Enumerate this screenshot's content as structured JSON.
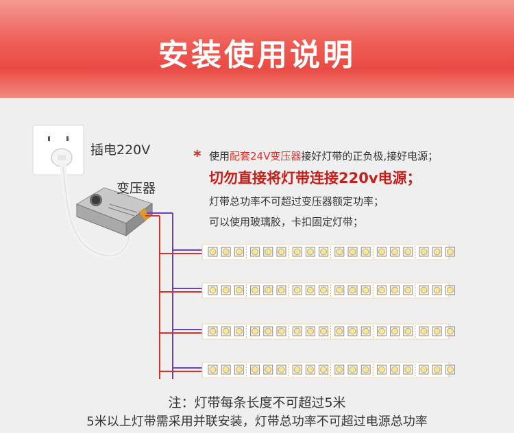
{
  "header": {
    "title": "安装使用说明"
  },
  "labels": {
    "plug": "插电220V",
    "transformer": "变压器"
  },
  "instructions": {
    "star": "*",
    "line1_prefix": "使用",
    "line1_red": "配套24V变压器",
    "line1_suffix": "接好灯带的正负极,接好电源；",
    "line2": "切勿直接将灯带连接220v电源；",
    "line3": "灯带总功率不可超过变压器额定功率；",
    "line4": "可以使用玻璃胶，卡扣固定灯带；"
  },
  "notes": {
    "note1": "注：灯带每条长度不可超过5米",
    "note2": "5米以上灯带需采用并联安装，灯带总功率不可超过电源总功率"
  },
  "colors": {
    "header": "#ea4a44",
    "positive_wire": "#d9302a",
    "negative_wire": "#6a3fb8",
    "warning_text": "#c4201c"
  },
  "strips": {
    "count": 4,
    "leds_per_strip": 18
  }
}
